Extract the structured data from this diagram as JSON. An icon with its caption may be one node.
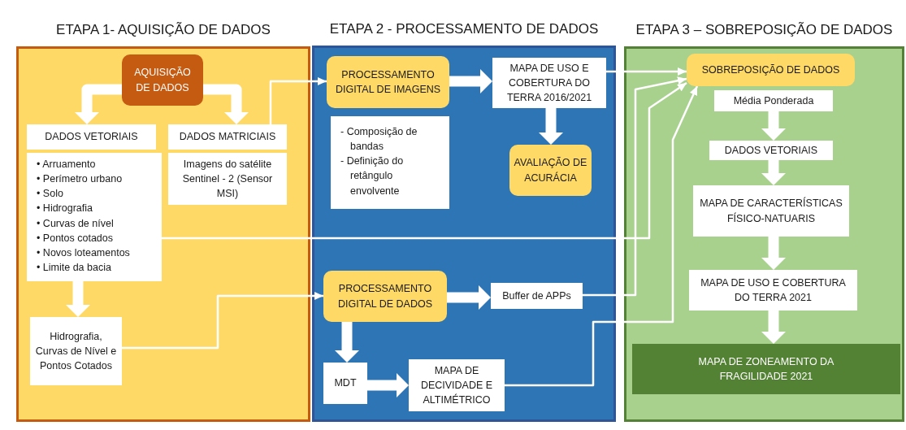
{
  "diagram": {
    "nodes": [
      {
        "text": [
          "ETAPA 1- AQUISIÇÃO DE DADOS"
        ]
      },
      {
        "text": [
          "AQUISIÇÃO DE DADOS"
        ],
        "in": 0
      },
      {
        "text": [
          "DADOS VETORIAIS"
        ],
        "in": 0
      },
      {
        "text": [
          "DADOS MATRICIAIS"
        ],
        "in": 0
      },
      {
        "text": [
          "• Arruamento",
          "• Perímetro urbano",
          "• Solo",
          "• Hidrografia",
          "• Curvas de nível",
          "• Pontos cotados",
          "• Novos loteamentos",
          "• Limite da bacia"
        ],
        "in": 0
      },
      {
        "text": [
          "Imagens do satélite Sentinel - 2 (Sensor MSI)"
        ],
        "in": 0
      },
      {
        "text": [
          "Hidrografia, Curvas de Nível e Pontos Cotados"
        ],
        "in": 0
      },
      {
        "text": [
          "ETAPA 2 - PROCESSAMENTO DE DADOS"
        ]
      },
      {
        "text": [
          "PROCESSAMENTO DIGITAL DE IMAGENS"
        ],
        "in": 7
      },
      {
        "text": [
          "MAPA DE USO E COBERTURA DO TERRA 2016/2021"
        ],
        "in": 7
      },
      {
        "text": [
          "- Composição de bandas",
          "- Definição do retângulo envolvente"
        ],
        "in": 7
      },
      {
        "text": [
          "AVALIAÇÃO DE ACURÁCIA"
        ],
        "in": 7
      },
      {
        "text": [
          "PROCESSAMENTO DIGITAL DE DADOS"
        ],
        "in": 7
      },
      {
        "text": [
          "Buffer de APPs"
        ],
        "in": 7
      },
      {
        "text": [
          "MDT"
        ],
        "in": 7
      },
      {
        "text": [
          "MAPA DE DECIVIDADE E ALTIMÉTRICO"
        ],
        "in": 7
      },
      {
        "text": [
          "ETAPA 3 – SOBREPOSIÇÃO DE DADOS"
        ]
      },
      {
        "text": [
          "SOBREPOSIÇÃO DE DADOS"
        ],
        "in": 16
      },
      {
        "text": [
          "Média Ponderada"
        ],
        "in": 16
      },
      {
        "text": [
          "DADOS VETORIAIS"
        ],
        "in": 16
      },
      {
        "text": [
          "MAPA DE CARACTERÍSTICAS FÍSICO-NATUARIS"
        ],
        "in": 16
      },
      {
        "text": [
          "MAPA DE USO E COBERTURA DO TERRA 2021"
        ],
        "in": 16
      },
      {
        "text": [
          "MAPA DE ZONEAMENTO DA FRAGILIDADE 2021"
        ],
        "in": 16
      }
    ],
    "edges": [
      {
        "from": 1,
        "to": 2,
        "arrow": "to"
      },
      {
        "from": 1,
        "to": 3,
        "arrow": "to"
      },
      {
        "from": 3,
        "to": 8,
        "arrow": "to"
      },
      {
        "from": 4,
        "to": 17,
        "arrow": "to"
      },
      {
        "from": 4,
        "to": 6,
        "arrow": "to"
      },
      {
        "from": 6,
        "to": 12,
        "arrow": "to"
      },
      {
        "from": 8,
        "to": 9,
        "arrow": "to"
      },
      {
        "from": 9,
        "to": 11,
        "arrow": "to"
      },
      {
        "from": 9,
        "to": 17,
        "arrow": "to"
      },
      {
        "from": 12,
        "to": 13,
        "arrow": "to"
      },
      {
        "from": 12,
        "to": 14,
        "arrow": "to"
      },
      {
        "from": 14,
        "to": 15,
        "arrow": "to"
      },
      {
        "from": 13,
        "to": 17,
        "arrow": "to"
      },
      {
        "from": 15,
        "to": 17,
        "arrow": "to"
      },
      {
        "from": 18,
        "to": 19,
        "arrow": "to"
      },
      {
        "from": 19,
        "to": 20,
        "arrow": "to"
      },
      {
        "from": 20,
        "to": 21,
        "arrow": "to"
      },
      {
        "from": 21,
        "to": 22,
        "arrow": "to"
      }
    ]
  }
}
